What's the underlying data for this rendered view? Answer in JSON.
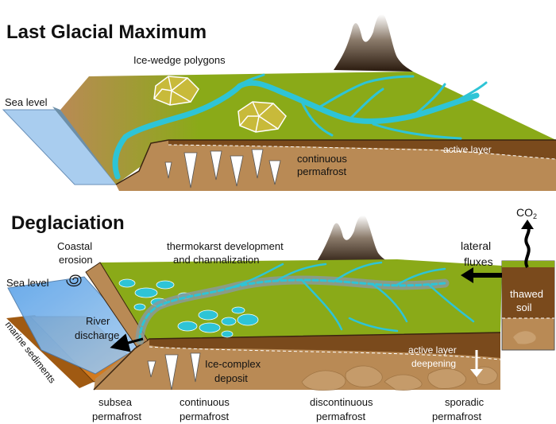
{
  "panels": {
    "top": {
      "title": "Last Glacial Maximum",
      "labels": {
        "polygons": "Ice-wedge polygons",
        "sea_level": "Sea level",
        "active_layer": "active layer",
        "permafrost_1": "continuous",
        "permafrost_2": "permafrost"
      }
    },
    "bottom": {
      "title": "Deglaciation",
      "labels": {
        "coastal_1": "Coastal",
        "coastal_2": "erosion",
        "thermokarst_1": "thermokarst development",
        "thermokarst_2": "and channalization",
        "sea_level": "Sea level",
        "river_1": "River",
        "river_2": "discharge",
        "marine": "marine sediments",
        "ice_complex_1": "Ice-complex",
        "ice_complex_2": "deposit",
        "active_deep_1": "active layer",
        "active_deep_2": "deepening",
        "lateral_1": "lateral",
        "lateral_2": "fluxes",
        "co2": "CO",
        "co2_sub": "2",
        "thawed_1": "thawed",
        "thawed_2": "soil"
      },
      "zones": [
        {
          "line1": "subsea",
          "line2": "permafrost"
        },
        {
          "line1": "continuous",
          "line2": "permafrost"
        },
        {
          "line1": "discontinuous",
          "line2": "permafrost"
        },
        {
          "line1": "sporadic",
          "line2": "permafrost"
        }
      ]
    }
  },
  "colors": {
    "grass": "#8aaa18",
    "soil": "#b98a55",
    "soil_dark": "#7a4a1c",
    "active_layer": "#8a5a22",
    "water": "#2ec4d6",
    "sea": "#9fc8ee",
    "polygon": "#c8ba3a",
    "marine": "#d27a1e"
  }
}
